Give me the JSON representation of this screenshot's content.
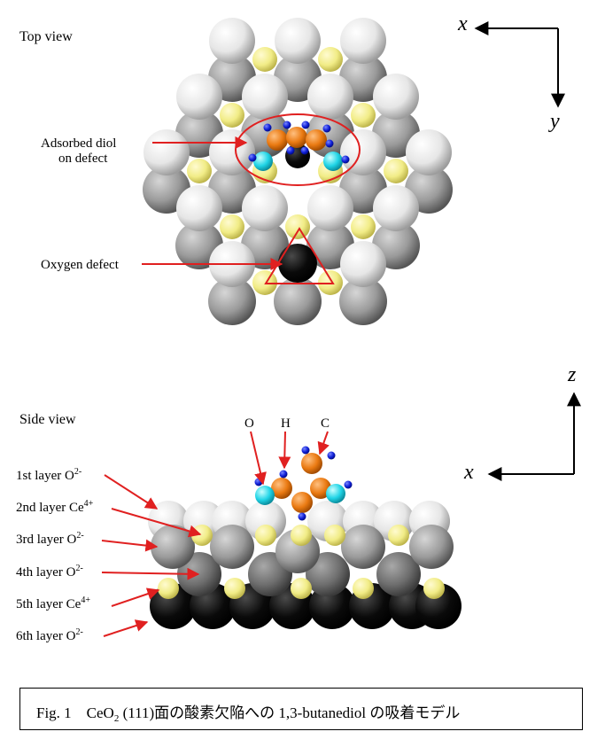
{
  "top_view": {
    "title": "Top view",
    "labels": {
      "adsorbed_line1": "Adsorbed diol",
      "adsorbed_line2": "on defect",
      "oxygen_defect": "Oxygen defect"
    },
    "axes": {
      "x": "x",
      "y": "y"
    }
  },
  "side_view": {
    "title": "Side view",
    "atom_labels": {
      "o": "O",
      "h": "H",
      "c": "C"
    },
    "layers": [
      {
        "text": "1st layer O",
        "sup": "2-"
      },
      {
        "text": "2nd layer Ce",
        "sup": "4+"
      },
      {
        "text": "3rd layer O",
        "sup": "2-"
      },
      {
        "text": "4th layer O",
        "sup": "2-"
      },
      {
        "text": "5th layer Ce",
        "sup": "4+"
      },
      {
        "text": "6th layer O",
        "sup": "2-"
      }
    ],
    "axes": {
      "x": "x",
      "z": "z"
    }
  },
  "caption": {
    "prefix": "Fig. 1　CeO",
    "sub": "2",
    "suffix": " (111)面の酸素欠陥への 1,3-butanediol の吸着モデル"
  },
  "colors": {
    "o_surface": "#f2f2f2",
    "o_gray": "#9a9a9a",
    "ce": "#f4f08a",
    "defect": "#000000",
    "carbon": "#e87a10",
    "oxygen_mol": "#22d4e6",
    "hydrogen": "#1020d8",
    "arrow": "#e02020"
  }
}
